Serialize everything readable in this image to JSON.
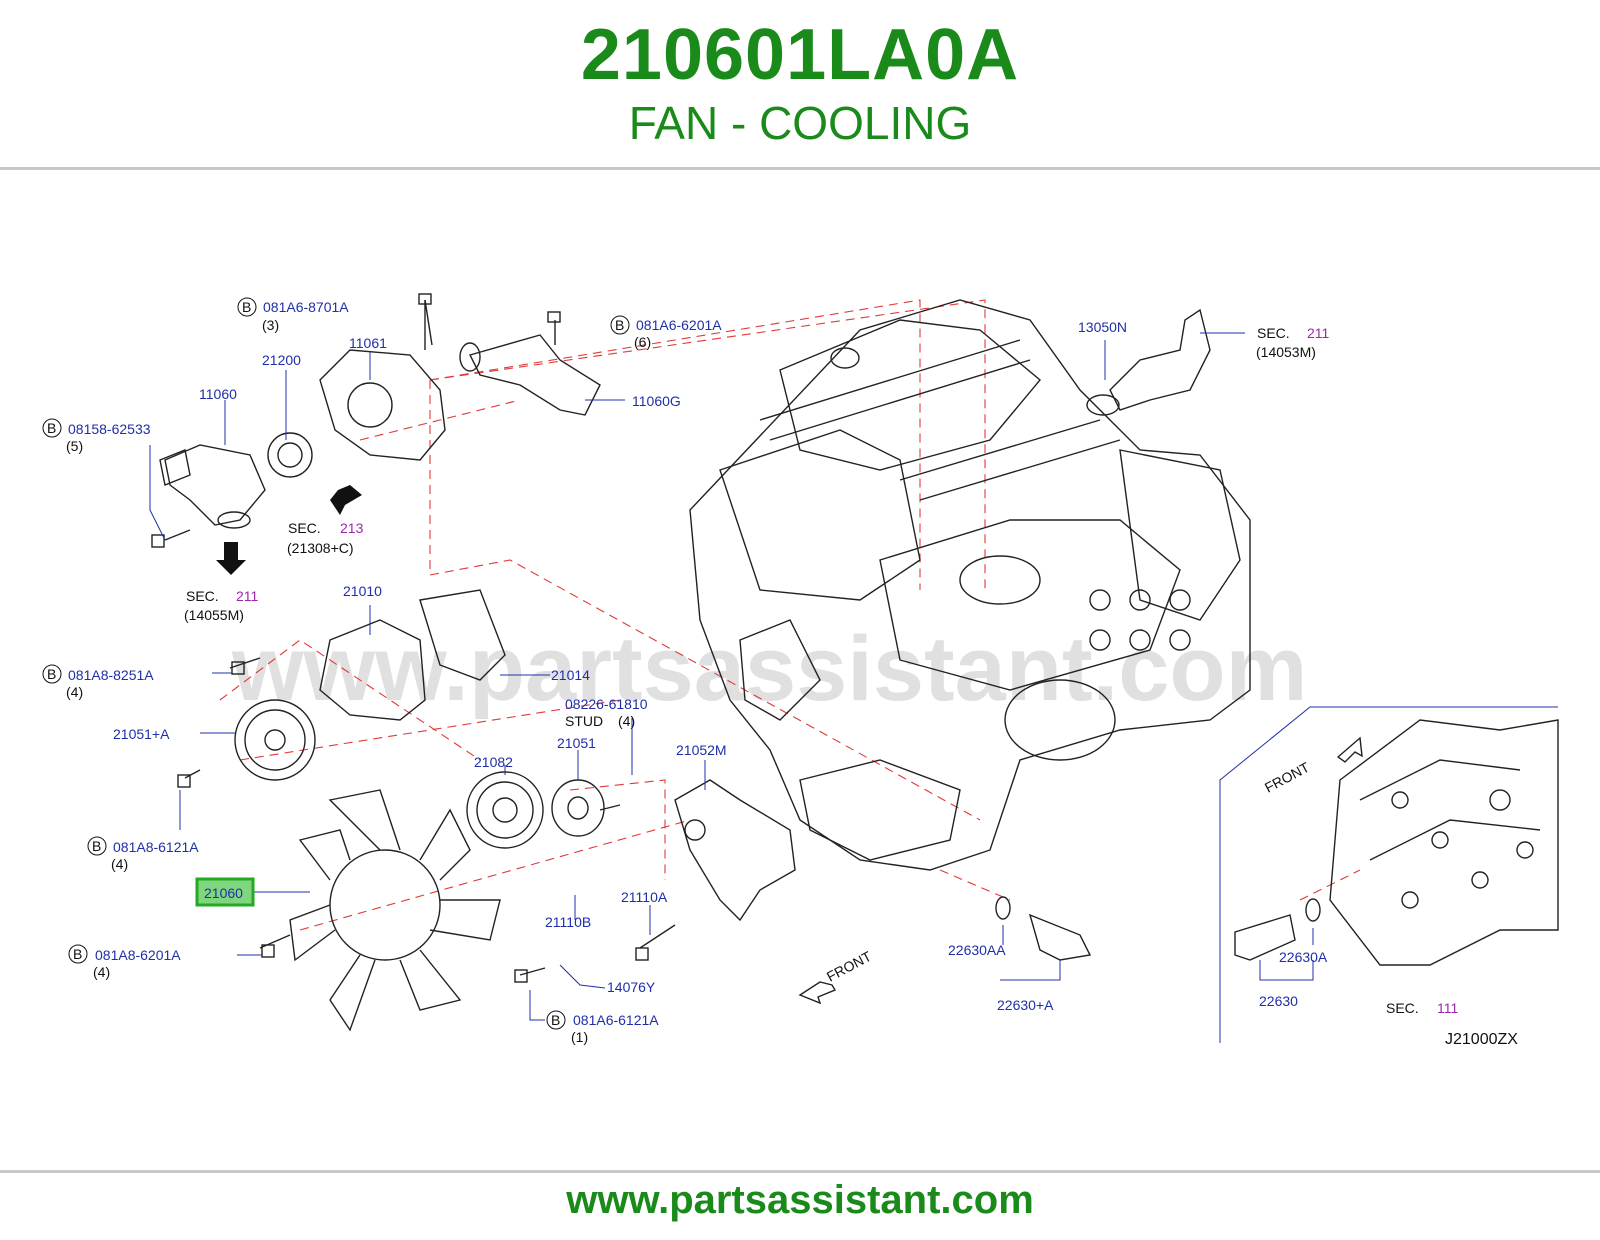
{
  "header": {
    "part_number": "210601LA0A",
    "part_name": "FAN - COOLING"
  },
  "footer": {
    "url": "www.partsassistant.com"
  },
  "watermark": "www.partsassistant.com",
  "colors": {
    "brand_green": "#1a8a1a",
    "label_blue": "#1f2fa8",
    "section_purple": "#9a2aa8",
    "dash_red": "#e03a3a",
    "highlight": "#22aa22"
  },
  "labels": {
    "p081A6_8701A": "081A6-8701A",
    "q3": "(3)",
    "p081A6_6201A": "081A6-6201A",
    "q6": "(6)",
    "p11061": "11061",
    "p21200": "21200",
    "p11060": "11060",
    "p08158_62533": "08158-62533",
    "q5": "(5)",
    "p11060G": "11060G",
    "p13050N": "13050N",
    "sec_211_a": "SEC.",
    "sec_211_a_num": "211",
    "sec_211_a_ref": "(14053M)",
    "sec_213": "SEC.",
    "sec_213_num": "213",
    "sec_213_ref": "(21308+C)",
    "sec_211_b": "SEC.",
    "sec_211_b_num": "211",
    "sec_211_b_ref": "(14055M)",
    "p21010": "21010",
    "p21014": "21014",
    "p081A8_8251A": "081A8-8251A",
    "q4a": "(4)",
    "p08226_61810": "08226-61810",
    "stud": "STUD",
    "q4b": "(4)",
    "p21051A": "21051+A",
    "p21082": "21082",
    "p21051": "21051",
    "p21052M": "21052M",
    "p081A8_6121A": "081A8-6121A",
    "q4c": "(4)",
    "p21060": "21060",
    "p21110B": "21110B",
    "p21110A": "21110A",
    "p081A8_6201A": "081A8-6201A",
    "q4d": "(4)",
    "p14076Y": "14076Y",
    "p081A6_6121A": "081A6-6121A",
    "q1": "(1)",
    "front_a": "FRONT",
    "front_b": "FRONT",
    "p22630AA": "22630AA",
    "p22630A_plus": "22630+A",
    "p22630A": "22630A",
    "p22630": "22630",
    "sec_111": "SEC.",
    "sec_111_num": "111",
    "diagram_code": "J21000ZX",
    "b": "B"
  }
}
